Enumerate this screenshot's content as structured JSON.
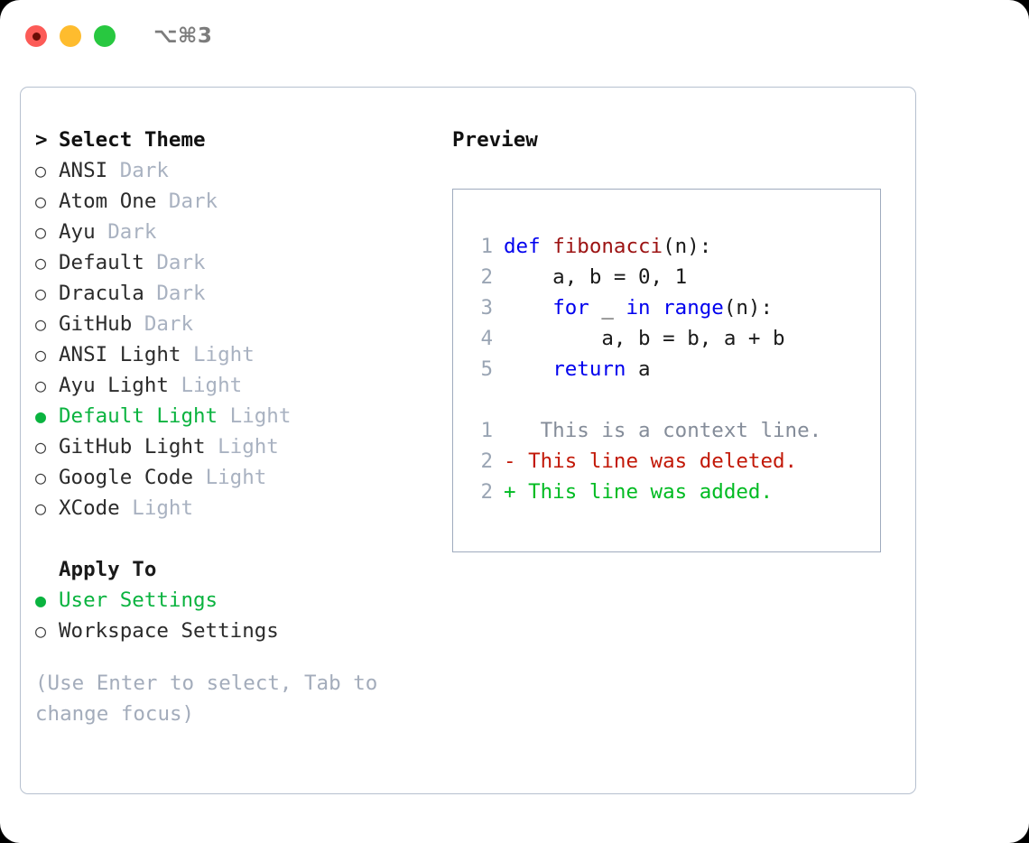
{
  "window": {
    "traffic_lights": [
      {
        "name": "close",
        "color": "#fc5b57",
        "recording": true
      },
      {
        "name": "minimize",
        "color": "#febc2e",
        "recording": false
      },
      {
        "name": "zoom",
        "color": "#28c840",
        "recording": false
      }
    ],
    "shortcut": "⌥⌘3"
  },
  "theme_panel": {
    "header_marker": ">",
    "header_label": "Select Theme",
    "items": [
      {
        "marker": "○",
        "label": "ANSI",
        "suffix": "Dark",
        "selected": false
      },
      {
        "marker": "○",
        "label": "Atom One",
        "suffix": "Dark",
        "selected": false
      },
      {
        "marker": "○",
        "label": "Ayu",
        "suffix": "Dark",
        "selected": false
      },
      {
        "marker": "○",
        "label": "Default",
        "suffix": "Dark",
        "selected": false
      },
      {
        "marker": "○",
        "label": "Dracula",
        "suffix": "Dark",
        "selected": false
      },
      {
        "marker": "○",
        "label": "GitHub",
        "suffix": "Dark",
        "selected": false
      },
      {
        "marker": "○",
        "label": "ANSI Light",
        "suffix": "Light",
        "selected": false
      },
      {
        "marker": "○",
        "label": "Ayu Light",
        "suffix": "Light",
        "selected": false
      },
      {
        "marker": "●",
        "label": "Default Light",
        "suffix": "Light",
        "selected": true
      },
      {
        "marker": "○",
        "label": "GitHub Light",
        "suffix": "Light",
        "selected": false
      },
      {
        "marker": "○",
        "label": "Google Code",
        "suffix": "Light",
        "selected": false
      },
      {
        "marker": "○",
        "label": "XCode",
        "suffix": "Light",
        "selected": false
      }
    ]
  },
  "apply_to": {
    "header_label": "Apply To",
    "items": [
      {
        "marker": "●",
        "label": "User Settings",
        "selected": true
      },
      {
        "marker": "○",
        "label": "Workspace Settings",
        "selected": false
      }
    ]
  },
  "hint": "(Use Enter to select, Tab to change focus)",
  "preview": {
    "title": "Preview",
    "code_lines": [
      {
        "num": "1",
        "tokens": [
          {
            "t": "def ",
            "c": "kw"
          },
          {
            "t": "fibonacci",
            "c": "fn"
          },
          {
            "t": "(n):",
            "c": "plain"
          }
        ]
      },
      {
        "num": "2",
        "tokens": [
          {
            "t": "    a, b = 0, 1",
            "c": "plain"
          }
        ]
      },
      {
        "num": "3",
        "tokens": [
          {
            "t": "    ",
            "c": "plain"
          },
          {
            "t": "for",
            "c": "kw"
          },
          {
            "t": " _ ",
            "c": "plain"
          },
          {
            "t": "in",
            "c": "kw"
          },
          {
            "t": " ",
            "c": "plain"
          },
          {
            "t": "range",
            "c": "kw"
          },
          {
            "t": "(n):",
            "c": "plain"
          }
        ]
      },
      {
        "num": "4",
        "tokens": [
          {
            "t": "        a, b = b, a + b",
            "c": "plain"
          }
        ]
      },
      {
        "num": "5",
        "tokens": [
          {
            "t": "    ",
            "c": "plain"
          },
          {
            "t": "return",
            "c": "kw"
          },
          {
            "t": " a",
            "c": "plain"
          }
        ]
      }
    ],
    "diff_lines": [
      {
        "num": "1",
        "sign": " ",
        "text": "  This is a context line.",
        "kind": "ctx"
      },
      {
        "num": "2",
        "sign": "-",
        "text": " This line was deleted.",
        "kind": "del"
      },
      {
        "num": "2",
        "sign": "+",
        "text": " This line was added.",
        "kind": "add"
      }
    ]
  },
  "colors": {
    "accent_green": "#0ab33f",
    "muted": "#a9b2c1",
    "keyword_blue": "#0000ee",
    "function_red": "#9c1212",
    "diff_deleted": "#c21807",
    "diff_added": "#00bb22",
    "border": "#b6c0cf"
  }
}
